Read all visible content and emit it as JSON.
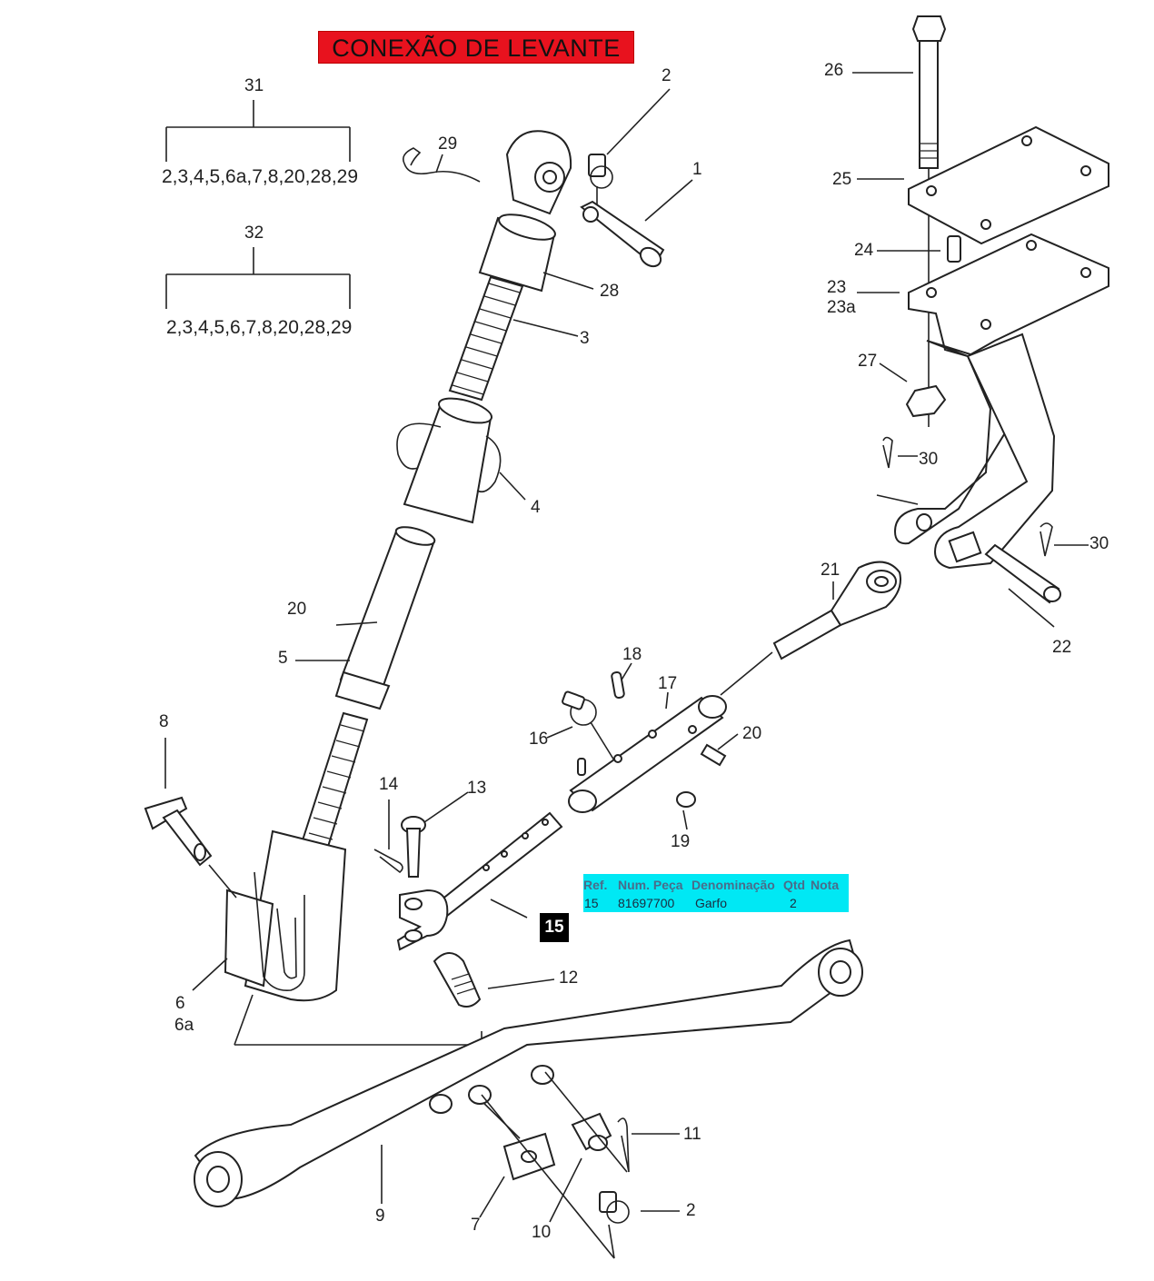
{
  "title": "CONEXÃO DE LEVANTE",
  "kits": [
    {
      "ref": "31",
      "parts": "2,3,4,5,6a,7,8,20,28,29"
    },
    {
      "ref": "32",
      "parts": "2,3,4,5,6,7,8,20,28,29"
    }
  ],
  "callouts": {
    "c1": "1",
    "c2a": "2",
    "c2b": "2",
    "c3": "3",
    "c4": "4",
    "c5": "5",
    "c6": "6",
    "c6a": "6a",
    "c7": "7",
    "c8": "8",
    "c9": "9",
    "c10": "10",
    "c11": "11",
    "c12": "12",
    "c13": "13",
    "c14": "14",
    "c16": "16",
    "c17": "17",
    "c18": "18",
    "c19": "19",
    "c20a": "20",
    "c20b": "20",
    "c21": "21",
    "c22": "22",
    "c23": "23",
    "c23a": "23a",
    "c24": "24",
    "c25": "25",
    "c26": "26",
    "c27": "27",
    "c28": "28",
    "c29": "29",
    "c30a": "30",
    "c30b": "30"
  },
  "selected_part": {
    "badge": "15",
    "headers": {
      "ref": "Ref.",
      "num": "Num. Peça",
      "name": "Denominação",
      "qty": "Qtd",
      "note": "Nota"
    },
    "row": {
      "ref": "15",
      "num": "81697700",
      "name": "Garfo",
      "qty": "2",
      "note": ""
    }
  },
  "colors": {
    "title_bg": "#e8121e",
    "info_bg": "#00e8f4",
    "badge_bg": "#000000"
  }
}
